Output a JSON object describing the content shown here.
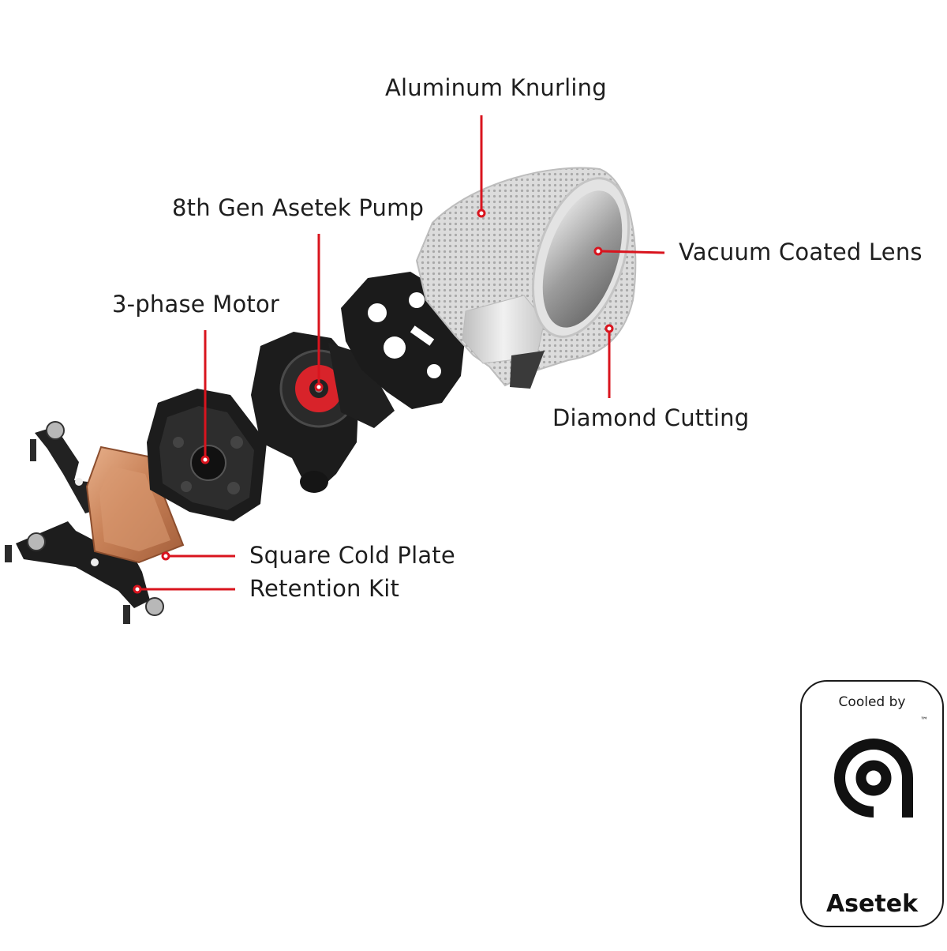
{
  "labels": {
    "aluminum_knurling": "Aluminum Knurling",
    "pump": "8th Gen Asetek Pump",
    "motor": "3-phase Motor",
    "lens": "Vacuum Coated Lens",
    "diamond": "Diamond Cutting",
    "cold_plate": "Square Cold Plate",
    "retention": "Retention Kit"
  },
  "badge": {
    "top_text": "Cooled by",
    "brand": "Asetek",
    "trademark": "™",
    "logo_icon": "asetek-a-icon"
  },
  "colors": {
    "leader": "#d9141e",
    "label_text": "#1e1e1e",
    "copper": "#c8825a",
    "dark_part": "#1c1c1c",
    "pump_red": "#d8232a",
    "silver": "#d9d9d9"
  }
}
